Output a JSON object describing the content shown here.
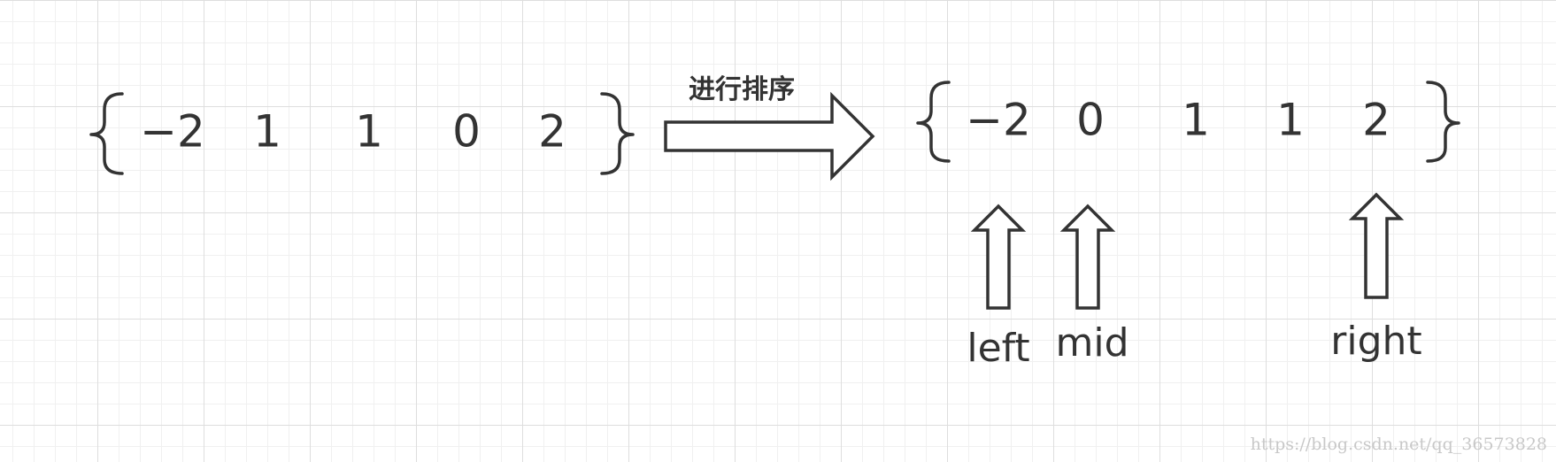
{
  "diagram": {
    "before": {
      "values": [
        "−2",
        "1",
        "1",
        "0",
        "2"
      ]
    },
    "after": {
      "values": [
        "−2",
        "0",
        "1",
        "1",
        "2"
      ]
    },
    "arrow_caption": "进行排序",
    "pointers": [
      {
        "label": "left",
        "target_index": 0
      },
      {
        "label": "mid",
        "target_index": 1
      },
      {
        "label": "right",
        "target_index": 4
      }
    ],
    "watermark": "https://blog.csdn.net/qq_36573828",
    "colors": {
      "stroke": "#333333",
      "background": "#ffffff",
      "grid": "#dedede",
      "watermark": "#c8c8c8"
    }
  }
}
